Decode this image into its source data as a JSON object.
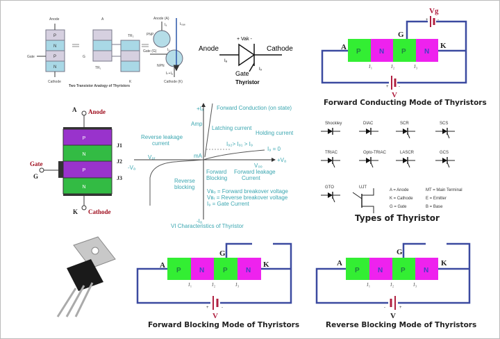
{
  "two_transistor": {
    "caption": "Two Transistor Analogy of Thyristors",
    "labels": {
      "anode": "Anode",
      "cathode": "Cathode",
      "gate": "Gate",
      "a": "A",
      "k": "K",
      "g": "G",
      "tr1": "TR₁",
      "tr2": "TR₂",
      "p": "P",
      "n": "N",
      "anode_a": "Anode (A)",
      "cathode_k": "Cathode (K)",
      "gate_g": "Gate (G)",
      "ianode": "Iₐ",
      "icathode": "Iₖ+Iₐ",
      "ig": "I₉",
      "iload": "Iₗₒₐₑ",
      "pnp": "PNP",
      "npn": "NPN"
    }
  },
  "symbol": {
    "caption": "Thyristor",
    "anode": "Anode",
    "cathode": "Cathode",
    "gate": "Gate",
    "vak": "+ Vak -",
    "ia": "Iₐ",
    "ig": "I₉"
  },
  "forward_conducting": {
    "caption": "Forward Conducting Mode of Thyristors",
    "a": "A",
    "k": "K",
    "g": "G",
    "vg": "Vg",
    "v": "V",
    "plus": "+",
    "minus": "-",
    "layers": [
      "P",
      "N",
      "P",
      "N"
    ],
    "junctions": [
      "J₁",
      "J₂",
      "J₃"
    ]
  },
  "layered": {
    "anode": "Anode",
    "cathode": "Cathode",
    "gate": "Gate",
    "a": "A",
    "k": "K",
    "g": "G",
    "layers": [
      "P",
      "N",
      "P",
      "N"
    ],
    "junctions": [
      "J1",
      "J2",
      "J3"
    ]
  },
  "vi": {
    "caption": "VI Characteristics of Thyristor",
    "plus_ia": "+Iₐ",
    "minus_ia": "-Iₐ",
    "plus_va": "+Vₐ",
    "minus_va": "-Vₐ",
    "amp": "Amp",
    "ma": "mA",
    "vbo": "V₀ₒ",
    "vbr": "V₀ᵣ",
    "ig0": "I₉ = 0",
    "ig_rel": "I₉₂> I₉₁ > I₉",
    "forward_conduction": "Forward Conduction (on state)",
    "latching": "Latching current",
    "holding": "Holding current",
    "reverse_leakage": [
      "Reverse leakage",
      "current"
    ],
    "reverse_blocking": [
      "Reverse",
      "blocking"
    ],
    "forward_blocking": [
      "Forward",
      "Blocking"
    ],
    "forward_leakage": [
      "Forward leakage",
      "Current"
    ],
    "legend": [
      "Vʙₒ = Forward breakover voltage",
      "Vʙᵣ = Reverse breakover voltage",
      "I₉ = Gate Current"
    ]
  },
  "types": {
    "caption": "Types of Thyristor",
    "devices": [
      "Shockley",
      "DIAC",
      "SCR",
      "SCS",
      "TRIAC",
      "Opto-TRIAC",
      "LASCR",
      "GCS",
      "GTO",
      "UJT"
    ],
    "legend": [
      "A = Anode",
      "K = Cathode",
      "G = Gate",
      "MT = Main Terminal",
      "E = Emitter",
      "B = Base"
    ]
  },
  "forward_blocking": {
    "caption": "Forward Blocking Mode of Thyristors",
    "a": "A",
    "k": "K",
    "g": "G",
    "v": "V",
    "plus": "+",
    "minus": "-",
    "layers": [
      "P",
      "N",
      "P",
      "N"
    ],
    "junctions": [
      "J₁",
      "J₂",
      "J₃"
    ]
  },
  "reverse_blocking": {
    "caption": "Reverse Blocking Mode of Thyristors",
    "a": "A",
    "k": "K",
    "g": "G",
    "v": "V",
    "plus": "+",
    "minus": "-",
    "layers": [
      "P",
      "N",
      "P",
      "N"
    ],
    "junctions": [
      "J₁",
      "J₂",
      "J₃"
    ]
  },
  "colors": {
    "p_layer": "#33ee33",
    "n_layer": "#ee22ee",
    "wire": "#3b4aa0",
    "battery": "#b02040",
    "curve": "#3aa6b0",
    "layer_p": "#9933cc",
    "layer_n": "#33bb44"
  }
}
